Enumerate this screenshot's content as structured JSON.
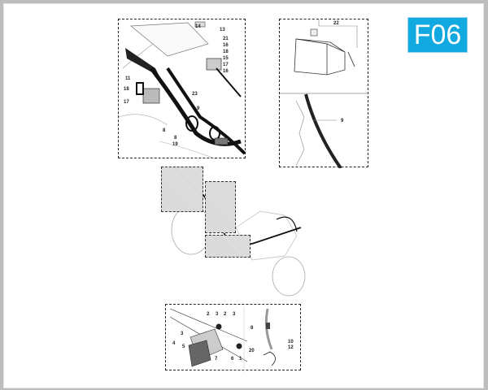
{
  "page": {
    "figure_code": "F06",
    "accent_color": "#12a9e0"
  },
  "panels": {
    "top_left": {
      "callouts": [
        "14",
        "13",
        "21",
        "16",
        "18",
        "15",
        "17",
        "16",
        "11",
        "23",
        "18",
        "17",
        "9",
        "8",
        "8",
        "19"
      ]
    },
    "top_right_upper": {
      "callouts": [
        "22"
      ]
    },
    "top_right_lower": {
      "callouts": [
        "9"
      ]
    },
    "bottom_left": {
      "callouts": [
        "2",
        "3",
        "2",
        "3",
        "3",
        "4",
        "5",
        "7",
        "6",
        "1"
      ]
    },
    "bottom_right": {
      "callouts": [
        "8",
        "10",
        "12",
        "20"
      ]
    }
  }
}
